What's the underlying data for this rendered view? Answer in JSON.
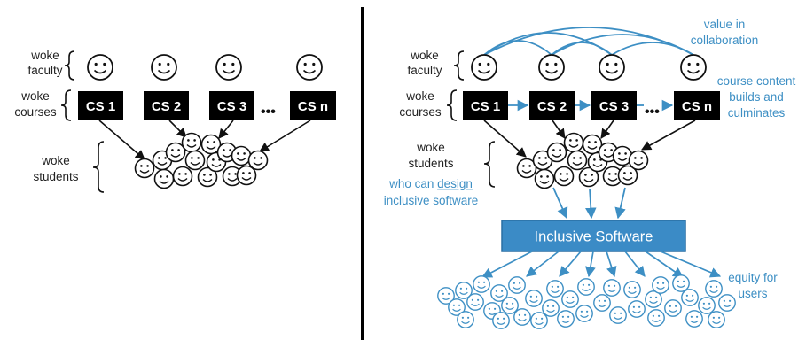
{
  "left": {
    "faculty_label_1": "woke",
    "faculty_label_2": "faculty",
    "courses_label_1": "woke",
    "courses_label_2": "courses",
    "students_label_1": "woke",
    "students_label_2": "students",
    "courses": [
      "CS 1",
      "CS 2",
      "CS 3",
      "CS n"
    ],
    "ellipsis": "•••"
  },
  "right": {
    "faculty_label_1": "woke",
    "faculty_label_2": "faculty",
    "courses_label_1": "woke",
    "courses_label_2": "courses",
    "students_label_1": "woke",
    "students_label_2": "students",
    "students_sub_1": "who can ",
    "students_sub_link": "design",
    "students_sub_2": "inclusive software",
    "courses": [
      "CS 1",
      "CS 2",
      "CS 3",
      "CS n"
    ],
    "ellipsis": "•••",
    "collab_1": "value in",
    "collab_2": "collaboration",
    "content_1": "course content",
    "content_2": "builds and",
    "content_3": "culminates",
    "software_box": "Inclusive Software",
    "equity_1": "equity for",
    "equity_2": "users"
  },
  "colors": {
    "accent": "#3d8fc4",
    "box": "#000000",
    "divider": "#000000"
  }
}
